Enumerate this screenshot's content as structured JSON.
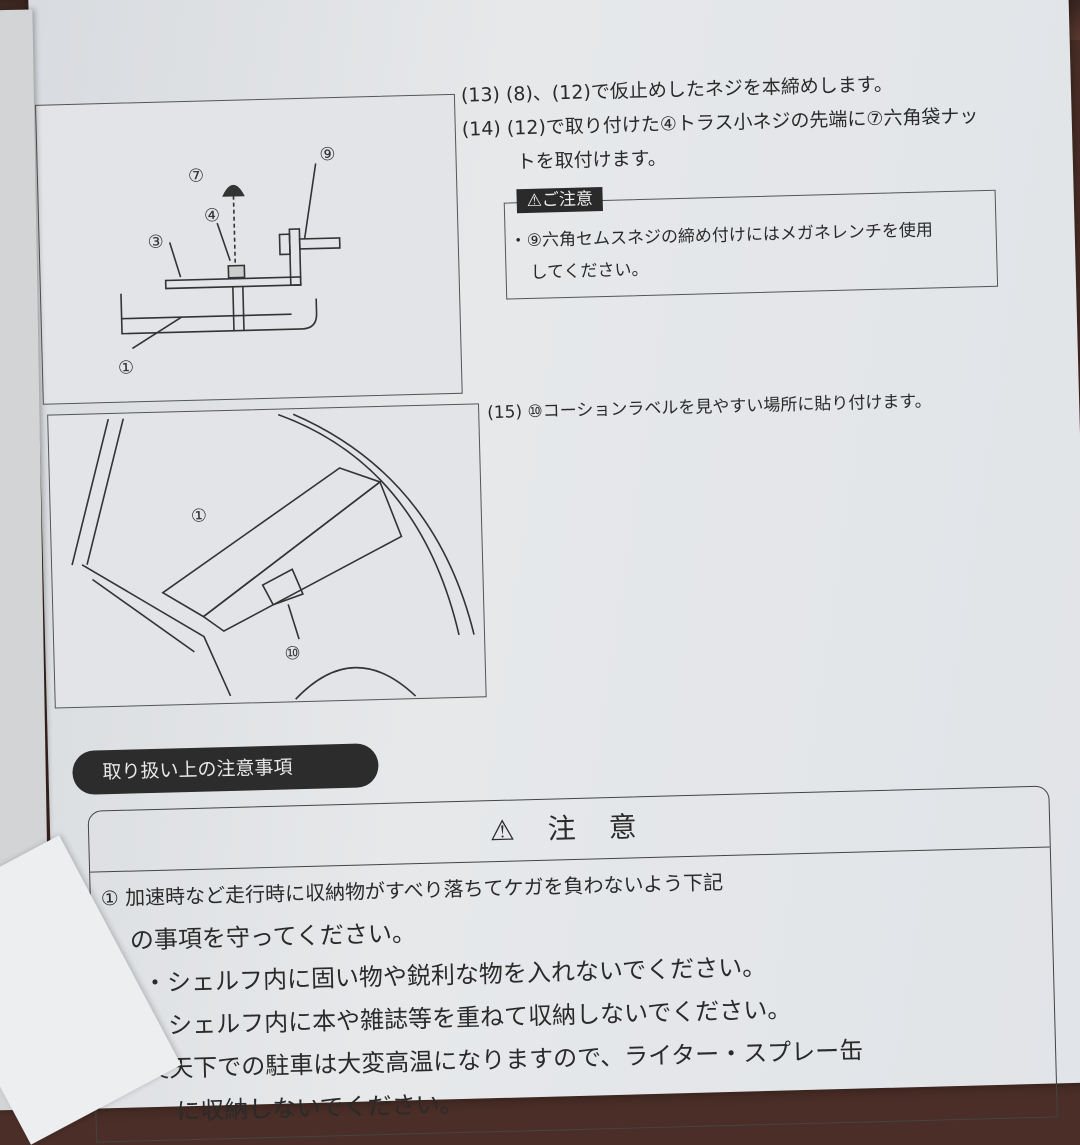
{
  "steps": [
    {
      "num": "(13)",
      "text": "(8)、(12)で仮止めしたネジを本締めします。"
    },
    {
      "num": "(14)",
      "text": "(12)で取り付けた④トラス小ネジの先端に⑦六角袋ナッ",
      "cont": "トを取付けます。"
    }
  ],
  "note": {
    "tag": "⚠ご注意",
    "line1": "・⑨六角セムスネジの締め付けにはメガネレンチを使用",
    "line2": "してください。"
  },
  "step15": {
    "num": "(15)",
    "text": "⑩コーションラベルを見やすい場所に貼り付けます。"
  },
  "diagram1": {
    "callouts": [
      "⑦",
      "⑨",
      "④",
      "③",
      "①"
    ]
  },
  "diagram2": {
    "callouts": [
      "①",
      "⑩"
    ]
  },
  "section_header": "取り扱い上の注意事項",
  "caution": {
    "title": "⚠ 注 意",
    "lines": [
      "① 加速時など走行時に収納物がすべり落ちてケガを負わないよう下記",
      "の事項を守ってください。",
      "・シェルフ内に固い物や鋭利な物を入れないでください。",
      "・シェルフ内に本や雑誌等を重ねて収納しないでください。",
      "炎天下での駐車は大変高温になりますので、ライター・スプレー缶",
      "に収納しないでください。"
    ]
  }
}
